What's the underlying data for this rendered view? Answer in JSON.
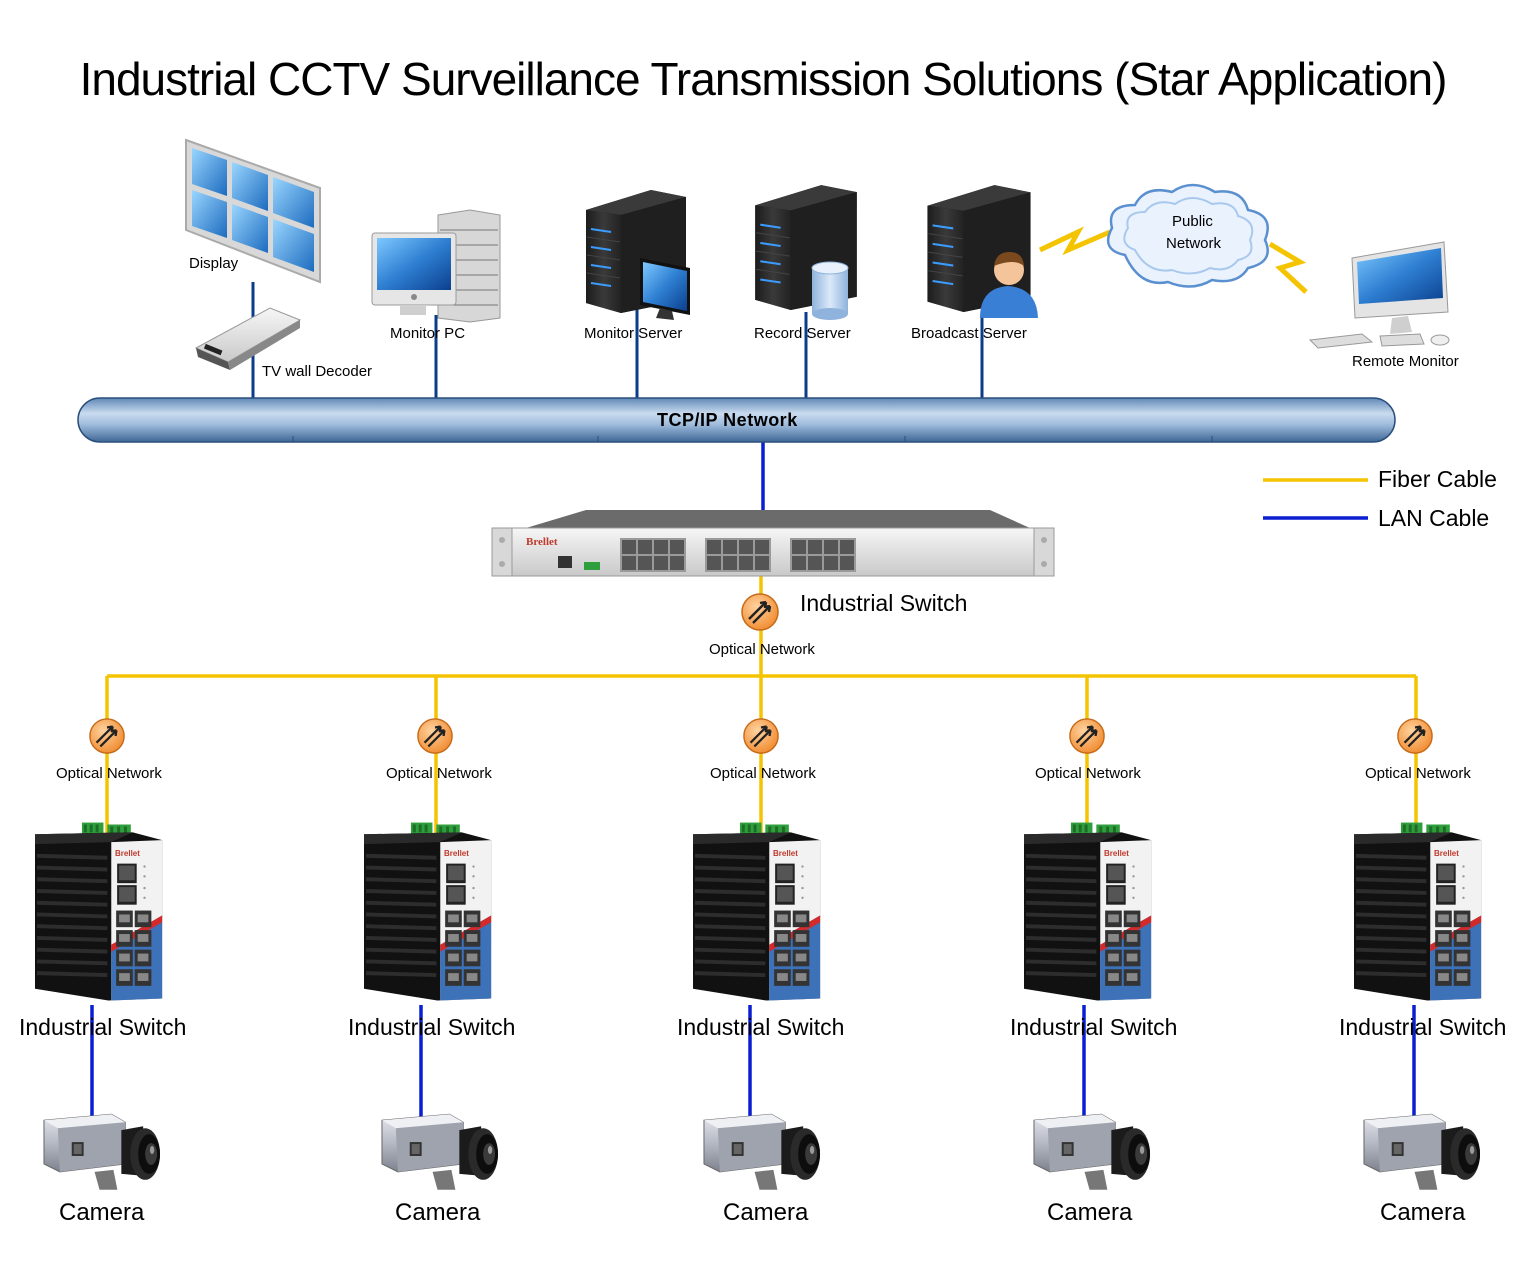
{
  "title": "Industrial CCTV Surveillance Transmission Solutions (Star Application)",
  "network_bar": {
    "label": "TCP/IP Network"
  },
  "top_devices": {
    "display": "Display",
    "tv_wall_decoder": "TV wall Decoder",
    "monitor_pc": "Monitor PC",
    "monitor_server": "Monitor Server",
    "record_server": "Record Server",
    "broadcast_server": "Broadcast Server",
    "public_network_line1": "Public",
    "public_network_line2": "Network",
    "remote_monitor": "Remote Monitor"
  },
  "legend": {
    "fiber": {
      "label": "Fiber Cable",
      "color": "#f5c400"
    },
    "lan": {
      "label": "LAN Cable",
      "color": "#0a1fd0"
    }
  },
  "core_switch": {
    "brand": "Brellet",
    "label": "Industrial Switch",
    "optical_label": "Optical Network"
  },
  "branches": [
    {
      "optical_label": "Optical Network",
      "switch_label": "Industrial Switch",
      "camera_label": "Camera",
      "brand": "Brellet"
    },
    {
      "optical_label": "Optical Network",
      "switch_label": "Industrial Switch",
      "camera_label": "Camera",
      "brand": "Brellet"
    },
    {
      "optical_label": "Optical Network",
      "switch_label": "Industrial Switch",
      "camera_label": "Camera",
      "brand": "Brellet"
    },
    {
      "optical_label": "Optical Network",
      "switch_label": "Industrial Switch",
      "camera_label": "Camera",
      "brand": "Brellet"
    },
    {
      "optical_label": "Optical Network",
      "switch_label": "Industrial Switch",
      "camera_label": "Camera",
      "brand": "Brellet"
    }
  ]
}
